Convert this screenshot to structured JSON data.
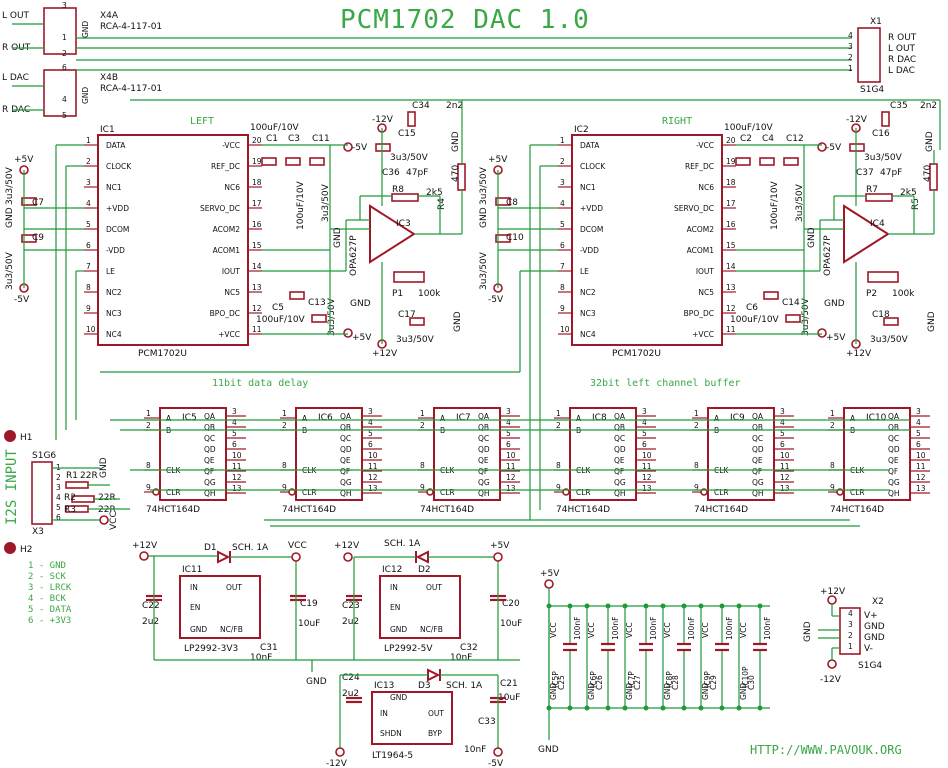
{
  "title": "PCM1702 DAC 1.0",
  "url": "HTTP://WWW.PAVOUK.ORG",
  "colors": {
    "wire": "#1e9a3a",
    "part": "#a01828",
    "title": "#39a845",
    "text": "#111111"
  },
  "sections": {
    "left": "LEFT",
    "right": "RIGHT",
    "delay": "11bit data delay",
    "buffer": "32bit left channel buffer",
    "i2s_input": "I2S INPUT"
  },
  "connectors": {
    "x4a": {
      "ref": "X4A",
      "part": "RCA-4-117-01",
      "labels": [
        "L OUT",
        "R OUT"
      ],
      "pins": [
        "3",
        "1",
        "2"
      ],
      "gnd": "GND"
    },
    "x4b": {
      "ref": "X4B",
      "part": "RCA-4-117-01",
      "labels": [
        "L DAC",
        "R DAC"
      ],
      "pins": [
        "6",
        "4",
        "5"
      ],
      "gnd": "GND"
    },
    "x1": {
      "ref": "X1",
      "part": "S1G4",
      "labels": [
        "R OUT",
        "L OUT",
        "R DAC",
        "L DAC"
      ],
      "pins": [
        "4",
        "3",
        "2",
        "1"
      ]
    },
    "x2": {
      "ref": "X2",
      "part": "S1G4",
      "labels": [
        "V+",
        "GND",
        "GND",
        "V-"
      ],
      "pins": [
        "4",
        "3",
        "2",
        "1"
      ]
    },
    "x3": {
      "ref": "X3",
      "part": "S1G6",
      "pins": [
        "1",
        "2",
        "3",
        "4",
        "5",
        "6"
      ]
    }
  },
  "i2s_legend": [
    "1 - GND",
    "2 - SCK",
    "3 - LRCK",
    "4 - BCK",
    "5 - DATA",
    "6 - +3V3"
  ],
  "holes": [
    "H1",
    "H2"
  ],
  "dac_left_pins": [
    "DATA",
    "CLOCK",
    "NC1",
    "+VDD",
    "DCOM",
    "-VDD",
    "LE",
    "NC2",
    "NC3",
    "NC4"
  ],
  "dac_left_nums": [
    "1",
    "2",
    "3",
    "4",
    "5",
    "6",
    "7",
    "8",
    "9",
    "10"
  ],
  "dac_right_pins": [
    "-VCC",
    "REF_DC",
    "NC6",
    "SERVO_DC",
    "ACOM2",
    "ACOM1",
    "IOUT",
    "NC5",
    "BPO_DC",
    "+VCC"
  ],
  "dac_right_nums": [
    "20",
    "19",
    "18",
    "17",
    "16",
    "15",
    "14",
    "13",
    "12",
    "11"
  ],
  "ic1": {
    "ref": "IC1",
    "part": "PCM1702U"
  },
  "ic2": {
    "ref": "IC2",
    "part": "PCM1702U"
  },
  "ic3": {
    "ref": "IC3",
    "part": "OPA627P"
  },
  "ic4": {
    "ref": "IC4",
    "part": "OPA627P"
  },
  "shift_regs": [
    {
      "ref": "IC5"
    },
    {
      "ref": "IC6"
    },
    {
      "ref": "IC7"
    },
    {
      "ref": "IC8"
    },
    {
      "ref": "IC9"
    },
    {
      "ref": "IC10"
    }
  ],
  "shift_part": "74HCT164D",
  "shift_left_pins": [
    "A",
    "B",
    "CLK",
    "CLR"
  ],
  "shift_left_nums": [
    "1",
    "2",
    "8",
    "9"
  ],
  "shift_right_pins": [
    "QA",
    "QB",
    "QC",
    "QD",
    "QE",
    "QF",
    "QG",
    "QH"
  ],
  "shift_right_nums": [
    "3",
    "4",
    "5",
    "6",
    "10",
    "11",
    "12",
    "13"
  ],
  "regulators": {
    "ic11": {
      "ref": "IC11",
      "part": "LP2992-3V3",
      "pins": [
        "IN",
        "EN",
        "GND",
        "OUT",
        "NC/FB"
      ]
    },
    "ic12": {
      "ref": "IC12",
      "part": "LP2992-5V",
      "pins": [
        "IN",
        "EN",
        "GND",
        "OUT",
        "NC/FB"
      ]
    },
    "ic13": {
      "ref": "IC13",
      "part": "LT1964-5",
      "pins": [
        "GND",
        "IN",
        "SHDN",
        "OUT",
        "BYP"
      ]
    }
  },
  "diodes": [
    {
      "ref": "D1",
      "part": "SCH. 1A"
    },
    {
      "ref": "D2",
      "part": "SCH. 1A"
    },
    {
      "ref": "D3",
      "part": "SCH. 1A"
    }
  ],
  "caps_left": [
    {
      "ref": "C1",
      "val": "100uF/10V"
    },
    {
      "ref": "C3",
      "val": "100uF/10V"
    },
    {
      "ref": "C11",
      "val": "3u3/50V"
    },
    {
      "ref": "C5",
      "val": "100uF/10V"
    },
    {
      "ref": "C13",
      "val": "3u3/50V"
    },
    {
      "ref": "C7",
      "val": "3u3/50V"
    },
    {
      "ref": "C9",
      "val": "3u3/50V"
    }
  ],
  "caps_right": [
    {
      "ref": "C2",
      "val": "100uF/10V"
    },
    {
      "ref": "C4",
      "val": "100uF/10V"
    },
    {
      "ref": "C12",
      "val": "3u3/50V"
    },
    {
      "ref": "C6",
      "val": "100uF/10V"
    },
    {
      "ref": "C14",
      "val": "3u3/50V"
    },
    {
      "ref": "C8",
      "val": "3u3/50V"
    },
    {
      "ref": "C10",
      "val": "3u3/50V"
    }
  ],
  "opamp_parts_left": {
    "c34": "C34",
    "c34v": "2n2",
    "c15": "C15",
    "c15v": "3u3/50V",
    "c36": "C36",
    "c36v": "47pF",
    "r8": "R8",
    "r8v": "2k5",
    "r4": "R4",
    "r4v": "470",
    "p1": "P1",
    "p1v": "100k",
    "c17": "C17",
    "c17v": "3u3/50V"
  },
  "opamp_parts_right": {
    "c35": "C35",
    "c35v": "2n2",
    "c16": "C16",
    "c16v": "3u3/50V",
    "c37": "C37",
    "c37v": "47pF",
    "r7": "R7",
    "r7v": "2k5",
    "r5": "R5",
    "r5v": "470",
    "p2": "P2",
    "p2v": "100k",
    "c18": "C18",
    "c18v": "3u3/50V"
  },
  "resistors_i2s": [
    {
      "ref": "R1",
      "val": "22R"
    },
    {
      "ref": "R2",
      "val": "22R"
    },
    {
      "ref": "R3",
      "val": "22R"
    }
  ],
  "reg_caps": [
    {
      "ref": "C22",
      "val": "2u2"
    },
    {
      "ref": "C19",
      "val": "10uF"
    },
    {
      "ref": "C31",
      "val": "10nF"
    },
    {
      "ref": "C23",
      "val": "2u2"
    },
    {
      "ref": "C20",
      "val": "10uF"
    },
    {
      "ref": "C32",
      "val": "10nF"
    },
    {
      "ref": "C24",
      "val": "2u2"
    },
    {
      "ref": "C21",
      "val": "10uF"
    },
    {
      "ref": "C33",
      "val": "10nF"
    }
  ],
  "decoupling": [
    {
      "ic": "IC5P",
      "cap": "C25"
    },
    {
      "ic": "IC6P",
      "cap": "C26"
    },
    {
      "ic": "IC7P",
      "cap": "C27"
    },
    {
      "ic": "IC8P",
      "cap": "C28"
    },
    {
      "ic": "IC9P",
      "cap": "C29"
    },
    {
      "ic": "IC10P",
      "cap": "C30"
    }
  ],
  "decoupling_val": "100nF",
  "rails": {
    "p5": "+5V",
    "m5": "-5V",
    "p12": "+12V",
    "m12": "-12V",
    "vcc": "VCC",
    "gnd": "GND"
  },
  "shift_regs_unused": []
}
